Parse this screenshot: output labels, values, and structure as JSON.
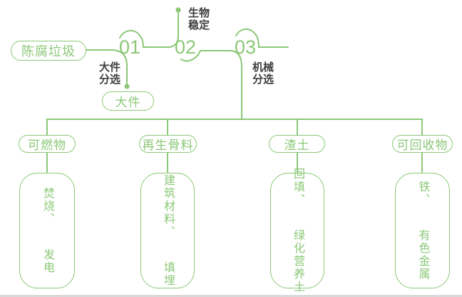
{
  "colors": {
    "line_green": "#8cc878",
    "text_green": "#8cc878",
    "label_dark": "#3e3e3e",
    "footer_bar_gray": "#d9d9d9",
    "background": "#ffffff"
  },
  "flow": {
    "source_label": "陈腐垃圾",
    "steps": [
      {
        "number": "01",
        "label_lines": [
          "大件",
          "分选"
        ],
        "output_label": "大件"
      },
      {
        "number": "02",
        "label_lines": [
          "生物",
          "稳定"
        ]
      },
      {
        "number": "03",
        "label_lines": [
          "机械",
          "分选"
        ]
      }
    ],
    "branches": [
      {
        "category": "可燃物",
        "result_lines": [
          "焚烧、",
          "发电"
        ]
      },
      {
        "category": "再生骨料",
        "result_lines": [
          "建筑材料、",
          "填埋"
        ]
      },
      {
        "category": "渣土",
        "result_lines": [
          "回填、",
          "绿化营养土"
        ]
      },
      {
        "category": "可回收物",
        "result_lines": [
          "铁、",
          "有色金属"
        ]
      }
    ]
  }
}
